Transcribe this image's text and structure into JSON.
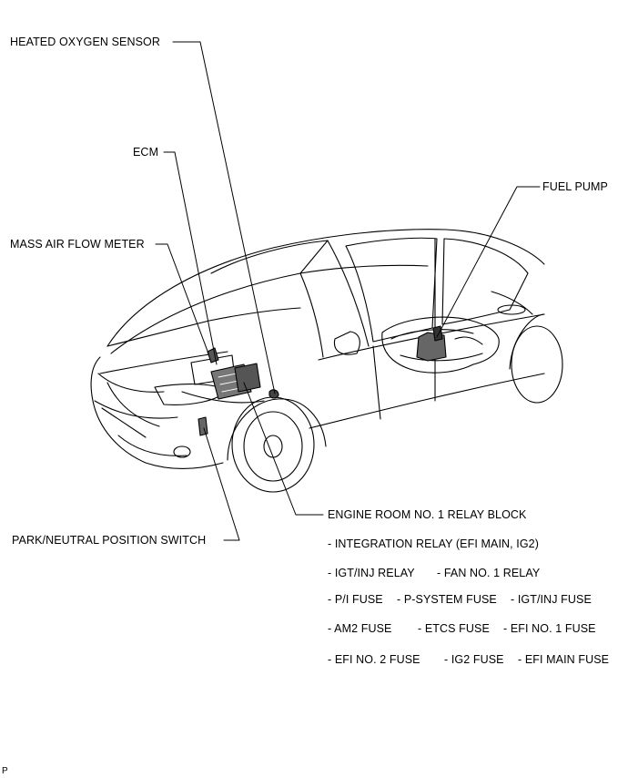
{
  "labels": {
    "heated_oxygen_sensor": "HEATED OXYGEN SENSOR",
    "ecm": "ECM",
    "mass_air_flow_meter": "MASS AIR FLOW METER",
    "fuel_pump": "FUEL PUMP",
    "park_neutral_switch": "PARK/NEUTRAL POSITION SWITCH",
    "engine_room_relay_block": "ENGINE ROOM NO. 1 RELAY BLOCK"
  },
  "relay_block_items": [
    "- INTEGRATION RELAY (EFI MAIN, IG2)",
    "- IGT/INJ RELAY",
    "- FAN NO. 1 RELAY",
    "- P/I FUSE",
    "- P-SYSTEM FUSE",
    "- IGT/INJ FUSE",
    "- AM2 FUSE",
    "- ETCS FUSE",
    "- EFI NO. 1 FUSE",
    "- EFI NO. 2 FUSE",
    "- IG2 FUSE",
    "- EFI MAIN FUSE"
  ],
  "corner_mark": "P"
}
